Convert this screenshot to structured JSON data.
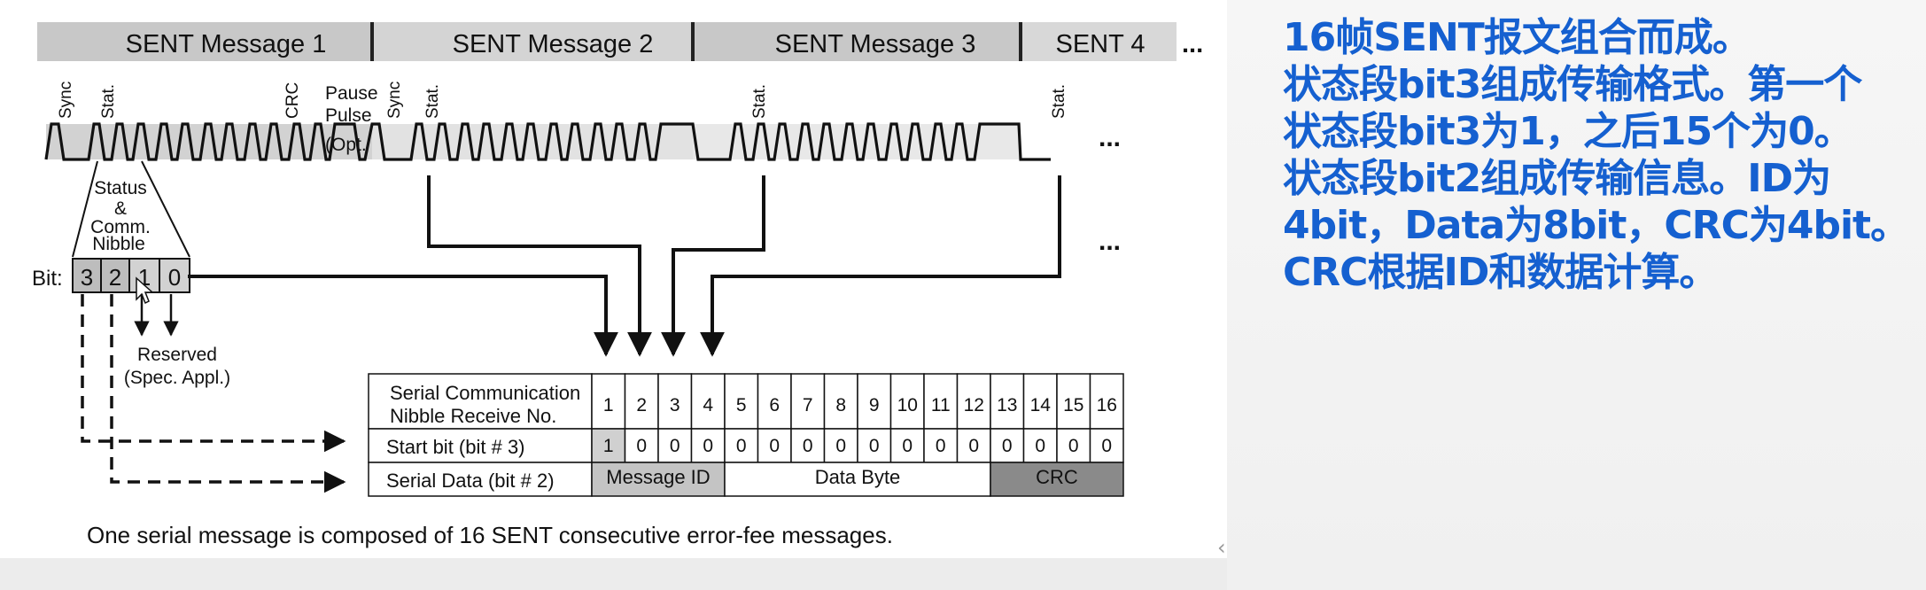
{
  "messages": [
    "SENT Message 1",
    "SENT Message 2",
    "SENT Message 3",
    "SENT 4",
    "..."
  ],
  "signal_labels": {
    "sync": "Sync",
    "stat": "Stat.",
    "crc": "CRC",
    "pause_line1": "Pause",
    "pause_line2": "Pulse",
    "pause_line3": "(Opt.",
    "ellipsis": "..."
  },
  "nibble": {
    "status_line1": "Status",
    "status_line2": "&",
    "status_line3": "Comm.",
    "status_line4": "Nibble",
    "bit_label": "Bit:",
    "bits": [
      "3",
      "2",
      "1",
      "0"
    ],
    "reserved_line1": "Reserved",
    "reserved_line2": "(Spec. Appl.)"
  },
  "table": {
    "header_line1": "Serial Communication",
    "header_line2": "Nibble Receive No.",
    "numbers": [
      "1",
      "2",
      "3",
      "4",
      "5",
      "6",
      "7",
      "8",
      "9",
      "10",
      "11",
      "12",
      "13",
      "14",
      "15",
      "16"
    ],
    "row1_label": "Start bit (bit # 3)",
    "row1_values": [
      "1",
      "0",
      "0",
      "0",
      "0",
      "0",
      "0",
      "0",
      "0",
      "0",
      "0",
      "0",
      "0",
      "0",
      "0",
      "0"
    ],
    "row2_label": "Serial Data (bit # 2)",
    "row2_segments": [
      "Message ID",
      "Data Byte",
      "CRC"
    ]
  },
  "caption": "One serial message is composed of 16 SENT consecutive error-fee messages.",
  "notes": [
    "16帧SENT报文组合而成。",
    "状态段bit3组成传输格式。第一个",
    "状态段bit3为1，之后15个为0。",
    "状态段bit2组成传输信息。ID为",
    "4bit，Data为8bit，CRC为4bit。",
    "CRC根据ID和数据计算。"
  ],
  "colors": {
    "header_bg": "#c8c8c8",
    "notes_text": "#1560d0",
    "crc_cell": "#8a8a8a",
    "msgid_cell": "#c4c4c4"
  },
  "panel_handle": "‹"
}
